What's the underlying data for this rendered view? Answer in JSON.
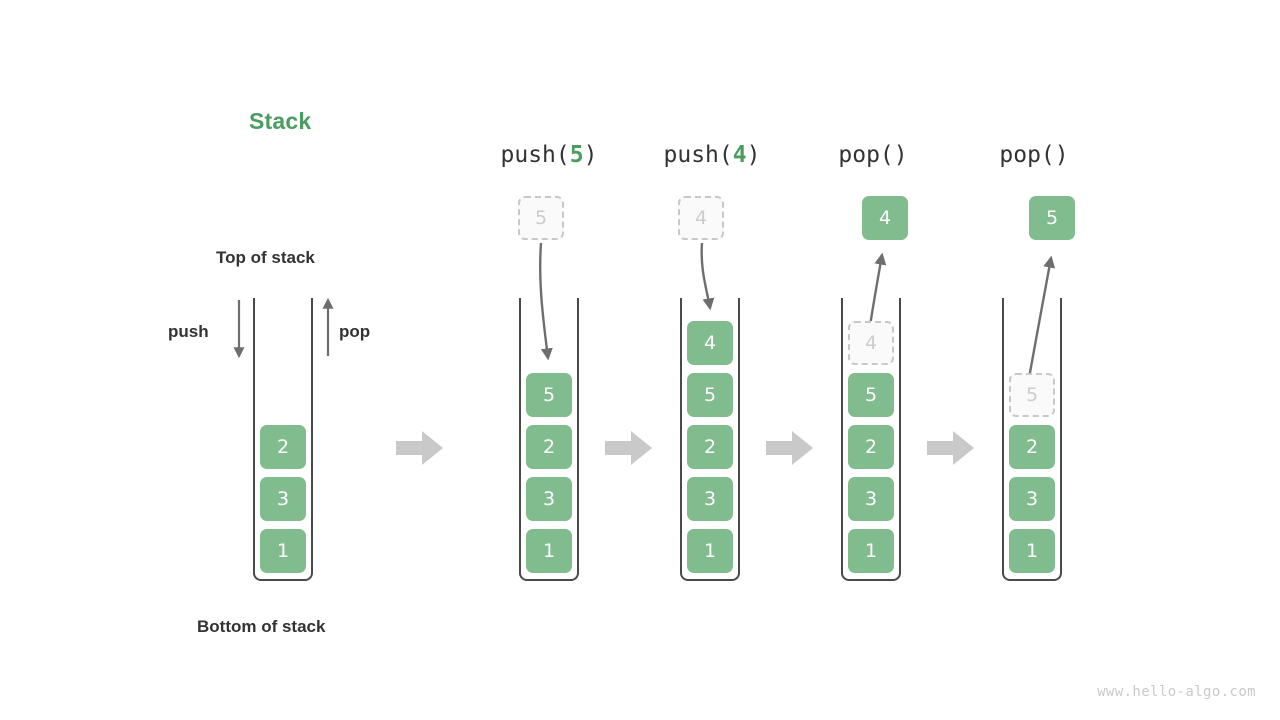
{
  "title": "Stack",
  "title_color": "#4a9d5f",
  "labels": {
    "top_of_stack": "Top of stack",
    "bottom_of_stack": "Bottom of stack",
    "push": "push",
    "pop": "pop"
  },
  "colors": {
    "element_fill": "#81bc8e",
    "element_text": "#ffffff",
    "ghost_fill": "#fafafa",
    "ghost_border": "#c8c8c8",
    "ghost_text": "#cccccc",
    "container_border": "#4a4a4a",
    "arrow": "#6e6e6e",
    "block_arrow": "#c9c9c9",
    "label_text": "#333333",
    "watermark": "#c9c9c9"
  },
  "initial_stack": {
    "name": "initial",
    "elements": [
      "2",
      "3",
      "1"
    ]
  },
  "steps": [
    {
      "header_prefix": "push(",
      "header_arg": "5",
      "header_suffix": ")",
      "operation": "push",
      "moving_value": "5",
      "moving_state": "ghost-outside",
      "elements": [
        "5",
        "2",
        "3",
        "1"
      ],
      "ghost_index": -1
    },
    {
      "header_prefix": "push(",
      "header_arg": "4",
      "header_suffix": ")",
      "operation": "push",
      "moving_value": "4",
      "moving_state": "ghost-outside",
      "elements": [
        "4",
        "5",
        "2",
        "3",
        "1"
      ],
      "ghost_index": -1
    },
    {
      "header_prefix": "pop(",
      "header_arg": "",
      "header_suffix": ")",
      "operation": "pop",
      "moving_value": "4",
      "moving_state": "filled-outside",
      "elements": [
        "4",
        "5",
        "2",
        "3",
        "1"
      ],
      "ghost_index": 0
    },
    {
      "header_prefix": "pop(",
      "header_arg": "",
      "header_suffix": ")",
      "operation": "pop",
      "moving_value": "5",
      "moving_state": "filled-outside",
      "elements": [
        "5",
        "2",
        "3",
        "1"
      ],
      "ghost_index": 0
    }
  ],
  "watermark": "www.hello-algo.com"
}
